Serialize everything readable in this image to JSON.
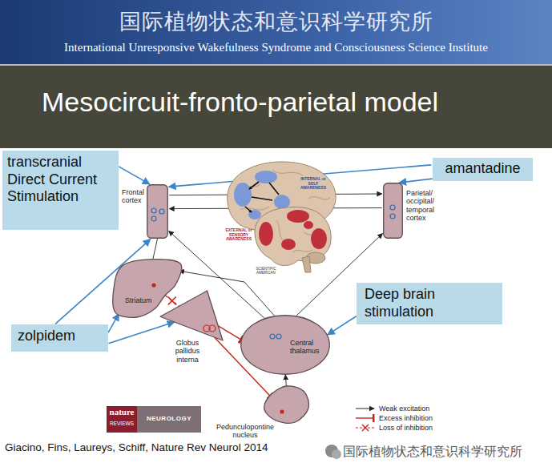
{
  "diagram": {
    "title": "Mesocircuit-fronto-parietal model",
    "caption": "Giacino, Fins, Laureys, Schiff, Nature Rev Neurol 2014",
    "nodes": [
      {
        "text": [
          "transcranial Direct Current Stimulation"
        ]
      },
      {
        "text": [
          "amantadine"
        ]
      },
      {
        "text": [
          "Frontal cortex"
        ]
      },
      {
        "text": [
          "Parietal/ occipital/ temporal cortex"
        ]
      },
      {
        "text": [
          "Striatum"
        ]
      },
      {
        "text": [
          "Deep brain stimulation"
        ]
      },
      {
        "text": [
          "zolpidem"
        ]
      },
      {
        "text": [
          "Globus pallidus interna"
        ]
      },
      {
        "text": [
          "Central thalamus"
        ]
      },
      {
        "text": [
          "Pedunculopontine nucleus"
        ]
      }
    ],
    "edges": [
      {
        "from": 0,
        "to": 2,
        "arrow": "to"
      },
      {
        "from": 1,
        "to": 2,
        "arrow": "to"
      },
      {
        "from": 1,
        "to": 3,
        "arrow": "to"
      },
      {
        "from": 6,
        "to": 2,
        "arrow": "to"
      },
      {
        "from": 6,
        "to": 4,
        "arrow": "to"
      },
      {
        "from": 6,
        "to": 7,
        "arrow": "to"
      },
      {
        "from": 5,
        "to": 8,
        "arrow": "to"
      },
      {
        "from": 2,
        "to": 3,
        "arrow": "to"
      },
      {
        "from": 3,
        "to": 2,
        "arrow": "to"
      },
      {
        "from": 8,
        "to": 2,
        "arrow": "to"
      },
      {
        "from": 8,
        "to": 3,
        "arrow": "to"
      },
      {
        "from": 2,
        "to": 4,
        "arrow": "to"
      },
      {
        "from": 8,
        "to": 4,
        "arrow": "to"
      },
      {
        "from": 4,
        "to": 7,
        "arrow": "none"
      },
      {
        "from": 7,
        "to": 8,
        "arrow": "to"
      },
      {
        "from": 7,
        "to": 9,
        "arrow": "to"
      },
      {
        "from": 9,
        "to": 8,
        "arrow": "to"
      }
    ],
    "labels": [
      "国际植物状态和意识科学研究所",
      "International Unresponsive Wakefulness Syndrome and Consciousness Science Institute",
      "INTERNAL or SELF AWARENESS",
      "EXTERNAL or SENSORY AWARENESS",
      "SCIENTIFIC AMERICAN",
      "nature",
      "REVIEWS",
      "NEUROLOGY",
      "国际植物状态和意识科学研究所"
    ],
    "legend": [
      {
        "text": "Weak excitation"
      },
      {
        "text": "Excess inhibition"
      },
      {
        "text": "Loss of inhibition"
      }
    ]
  }
}
